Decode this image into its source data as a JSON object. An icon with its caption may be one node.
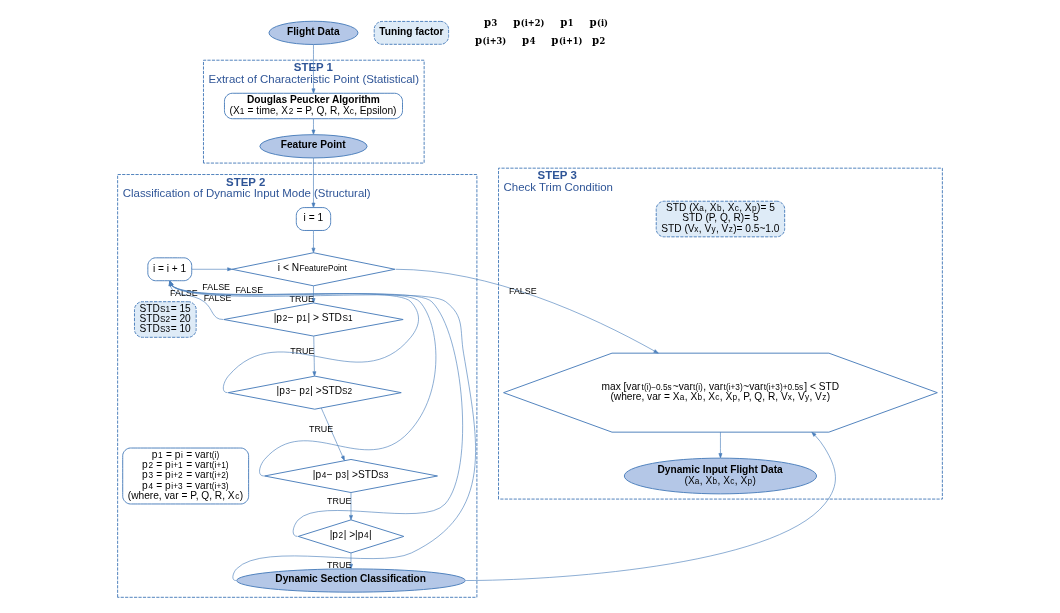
{
  "diagram": {
    "nodes": [
      {
        "text": [
          "Flight Data"
        ]
      },
      {
        "text": [
          "STEP 1",
          "Extract of Characteristic Point (Statistical)"
        ]
      },
      {
        "text": [
          "Douglas Peucker Algorithm",
          "(X$_{1}$ = time, X$_{2}$ = P, Q, R, X$_{c}$, Epsilon)"
        ],
        "in": 1
      },
      {
        "text": [
          "Feature Point"
        ],
        "in": 1
      },
      {
        "text": [
          "STEP 2",
          "Classification of Dynamic Input Mode (Structural)"
        ]
      },
      {
        "text": [
          "i = 1"
        ],
        "in": 4
      },
      {
        "text": [
          "i < N$_{FeaturePoint}$"
        ],
        "in": 4
      },
      {
        "text": [
          "i = i + 1"
        ],
        "in": 4
      },
      {
        "text": [
          "|p$_{2}$− p$_{1}$| > STD$_{S1}$"
        ],
        "in": 4
      },
      {
        "text": [
          "|p$_{3}$− p$_{2}$| >STD$_{S2}$"
        ],
        "in": 4
      },
      {
        "text": [
          "|p$_{4}$− p$_{3}$| >STD$_{S3}$"
        ],
        "in": 4
      },
      {
        "text": [
          "|p$_{2}$| >|p$_{4}$|"
        ],
        "in": 4
      },
      {
        "text": [
          "Dynamic Section Classification"
        ],
        "in": 4
      },
      {
        "text": [
          "STD$_{S1}$= 15",
          "STD$_{S2}$= 20",
          "STD$_{S3}$= 10"
        ],
        "in": 4
      },
      {
        "text": [
          "p$_{1}$ = p$_{i}$ = var$_{t(i)}$",
          "p$_{2}$ = p$_{i+1}$ = var$_{t(i+1)}$",
          "p$_{3}$ = p$_{i+2}$ = var$_{t(i+2)}$",
          "p$_{4}$ = p$_{i+3}$ = var$_{t(i+3)}$",
          "(where, var = P, Q, R, X$_{c}$)"
        ],
        "in": 4
      },
      {
        "text": [
          "STEP 3",
          "Check Trim Condition"
        ]
      },
      {
        "text": [
          "STD (X$_{a}$, X$_{b}$, X$_{c}$, X$_{p}$)= 5",
          "STD (P, Q, R)= 5",
          "STD (V$_{x}$, V$_{y}$, V$_{z}$)= 0.5~1.0"
        ],
        "in": 15
      },
      {
        "text": [
          "max [var$_{t(i)−0.5s}$~var$_{t(i)}$, var$_{t(i+3)}$~var$_{t(i+3)+0.5s}$] < STD",
          "(where, var = X$_{a}$, X$_{b}$, X$_{c}$, X$_{p}$, P, Q, R, V$_{x}$, V$_{y}$, V$_{z}$)"
        ],
        "in": 15
      },
      {
        "text": [
          "Dynamic Input Flight Data",
          "(X$_{a}$, X$_{b}$, X$_{c}$, X$_{p}$)"
        ],
        "in": 15
      },
      {
        "text": [
          "Tuning factor"
        ]
      }
    ],
    "edges": [
      {
        "from": 0,
        "to": 2,
        "arrow": "to"
      },
      {
        "from": 2,
        "to": 3,
        "arrow": "to"
      },
      {
        "from": 3,
        "to": 5,
        "arrow": "to"
      },
      {
        "from": 5,
        "to": 6,
        "arrow": "to"
      },
      {
        "from": 6,
        "to": 8,
        "arrow": "to",
        "label": "TRUE"
      },
      {
        "from": 8,
        "to": 9,
        "arrow": "to",
        "label": "TRUE"
      },
      {
        "from": 9,
        "to": 10,
        "arrow": "to",
        "label": "TRUE"
      },
      {
        "from": 10,
        "to": 11,
        "arrow": "to",
        "label": "TRUE"
      },
      {
        "from": 11,
        "to": 12,
        "arrow": "to",
        "label": "TRUE"
      },
      {
        "from": 8,
        "to": 7,
        "arrow": "to",
        "label": "FALSE"
      },
      {
        "from": 9,
        "to": 7,
        "arrow": "to",
        "label": "FALSE"
      },
      {
        "from": 10,
        "to": 7,
        "arrow": "to",
        "label": "FALSE"
      },
      {
        "from": 11,
        "to": 7,
        "arrow": "to",
        "label": "FALSE"
      },
      {
        "from": 12,
        "to": 7,
        "arrow": "to"
      },
      {
        "from": 7,
        "to": 6,
        "arrow": "to"
      },
      {
        "from": 6,
        "to": 17,
        "arrow": "to",
        "label": "FALSE"
      },
      {
        "from": 12,
        "to": 17,
        "arrow": "to"
      },
      {
        "from": 17,
        "to": 18,
        "arrow": "to"
      }
    ],
    "labels": [
      "p$_{3}$",
      "p$_{(i+2)}$",
      "p$_{1}$",
      "p$_{(i)}$",
      "p$_{(i+3)}$",
      "p$_{4}$",
      "p$_{(i+1)}$",
      "p$_{2}$"
    ]
  }
}
